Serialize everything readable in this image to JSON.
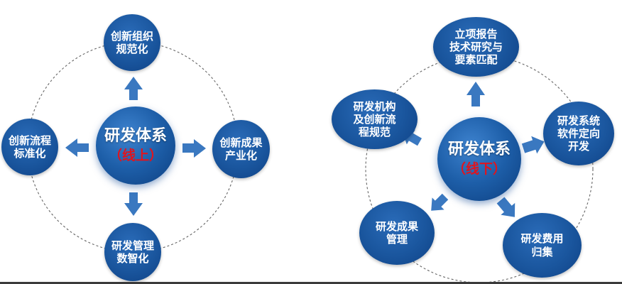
{
  "left_diagram": {
    "hub": {
      "title": "研发体系",
      "subtitle": "（线上）"
    },
    "nodes": [
      {
        "position": "top",
        "lines": [
          "创新组织",
          "规范化"
        ]
      },
      {
        "position": "left",
        "lines": [
          "创新流程",
          "标准化"
        ]
      },
      {
        "position": "right",
        "lines": [
          "创新成果",
          "产业化"
        ]
      },
      {
        "position": "bottom",
        "lines": [
          "研发管理",
          "数智化"
        ]
      }
    ]
  },
  "right_diagram": {
    "hub": {
      "title": "研发体系",
      "subtitle": "（线下）"
    },
    "nodes": [
      {
        "position": "top",
        "lines": [
          "立项报告",
          "技术研究与",
          "要素匹配"
        ]
      },
      {
        "position": "upper-left",
        "lines": [
          "研发机构",
          "及创新流",
          "程规范"
        ]
      },
      {
        "position": "upper-right",
        "lines": [
          "研发系统",
          "软件定向",
          "开发"
        ]
      },
      {
        "position": "lower-left",
        "lines": [
          "研发成果",
          "管理"
        ]
      },
      {
        "position": "lower-right",
        "lines": [
          "研发费用",
          "归集"
        ]
      }
    ]
  },
  "colors": {
    "node_blue": "#1a569e",
    "arrow_blue": "#3a78c0",
    "subtitle_red": "#e0141e",
    "dashed_ring": "#666666"
  }
}
